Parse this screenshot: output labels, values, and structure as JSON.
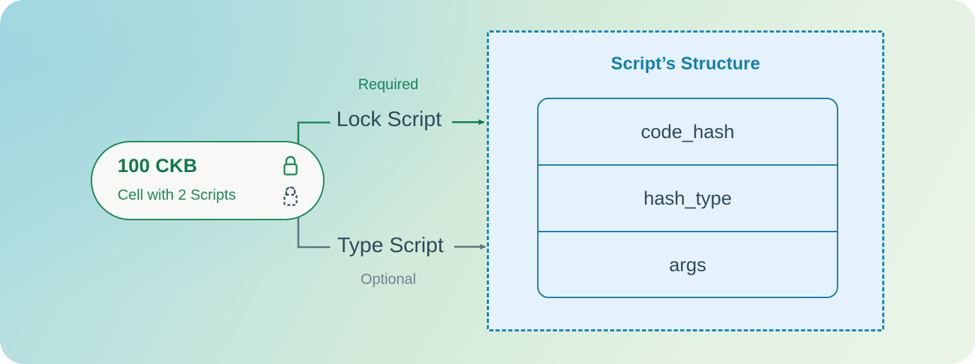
{
  "diagram": {
    "background_gradient_from": "#a9dbe2",
    "background_gradient_to": "#eaf5e8"
  },
  "cell": {
    "amount": "100 CKB",
    "subtitle": "Cell with 2 Scripts",
    "border_color": "#1b8a58",
    "amount_color": "#0e7a4a",
    "icons": {
      "lock_solid": "lock-icon",
      "lock_dashed": "dashed-lock-icon"
    }
  },
  "branches": [
    {
      "badge": "Required",
      "label": "Lock Script",
      "badge_position": "above",
      "badge_color": "#17865a",
      "connector_color": "#1b8a58",
      "arrow_color": "#0b7a4d"
    },
    {
      "badge": "Optional",
      "label": "Type Script",
      "badge_position": "below",
      "badge_color": "#72838d",
      "connector_color": "#5f727d",
      "arrow_color": "#5f727d"
    }
  ],
  "structure": {
    "title": "Script’s Structure",
    "title_color": "#1380b0",
    "panel_fill": "#e5f2fc",
    "panel_border_color": "#1188b8",
    "panel_border_style": "dashed",
    "box_border_color": "#1a7fa6",
    "fields": [
      {
        "name": "code_hash"
      },
      {
        "name": "hash_type"
      },
      {
        "name": "args"
      }
    ]
  }
}
